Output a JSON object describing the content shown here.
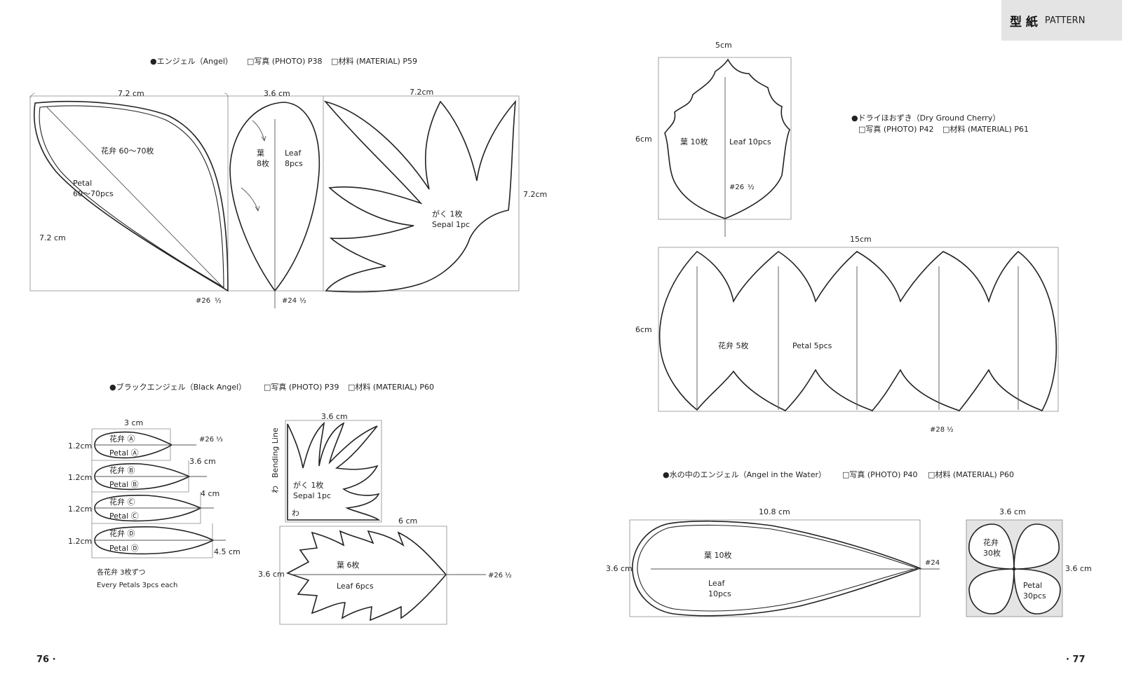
{
  "header": {
    "jp": "型 紙",
    "en": "PATTERN"
  },
  "page_left": "76 ·",
  "page_right": "· 77",
  "angel": {
    "title": "●エンジェル（Angel）",
    "photo": "□写真 (PHOTO) P38",
    "material": "□材料 (MATERIAL) P59",
    "petal": {
      "w": "7.2 cm",
      "h": "7.2 cm",
      "jp": "花弁  60〜70枚",
      "en1": "Petal",
      "en2": "60〜70pcs",
      "wire": "#26"
    },
    "leaf": {
      "w": "3.6 cm",
      "jp1": "葉",
      "jp2": "8枚",
      "en1": "Leaf",
      "en2": "8pcs",
      "wire": "#24"
    },
    "sepal": {
      "w": "7.2cm",
      "h": "7.2cm",
      "jp": "がく  1枚",
      "en": "Sepal  1pc"
    }
  },
  "black_angel": {
    "title": "●ブラックエンジェル（Black Angel）",
    "photo": "□写真 (PHOTO) P39",
    "material": "□材料 (MATERIAL) P60",
    "petals": {
      "w": "3 cm",
      "rows": [
        {
          "h": "1.2cm",
          "jp": "花弁 Ⓐ",
          "en": "Petal Ⓐ"
        },
        {
          "h": "1.2cm",
          "jp": "花弁 Ⓑ",
          "en": "Petal Ⓑ",
          "w": "3.6 cm"
        },
        {
          "h": "1.2cm",
          "jp": "花弁 Ⓒ",
          "en": "Petal Ⓒ",
          "w": "4 cm"
        },
        {
          "h": "1.2cm",
          "jp": "花弁 Ⓓ",
          "en": "Petal Ⓓ",
          "w": "4.5 cm"
        }
      ],
      "wire": "#26",
      "note_jp": "各花弁  3枚ずつ",
      "note_en": "Every Petals 3pcs each"
    },
    "sepal": {
      "w": "3.6 cm",
      "bend": "Bending Line",
      "wa": "わ",
      "wa2": "わ",
      "jp": "がく  1枚",
      "en": "Sepal   1pc"
    },
    "leaf": {
      "w": "6 cm",
      "h": "3.6 cm",
      "jp": "葉   6枚",
      "en": "Leaf   6pcs",
      "wire": "#26"
    }
  },
  "cherry": {
    "title": "●ドライほおずき（Dry Ground Cherry）",
    "photo": "□写真 (PHOTO) P42",
    "material": "□材料 (MATERIAL) P61",
    "leaf": {
      "w": "5cm",
      "h": "6cm",
      "jp": "葉  10枚",
      "en": "Leaf  10pcs",
      "wire": "#26"
    },
    "petal": {
      "w": "15cm",
      "h": "6cm",
      "jp": "花弁   5枚",
      "en": "Petal   5pcs",
      "wire": "#28"
    }
  },
  "water": {
    "title": "●水の中のエンジェル（Angel in the Water）",
    "photo": "□写真 (PHOTO) P40",
    "material": "□材料 (MATERIAL) P60",
    "leaf": {
      "w": "10.8 cm",
      "h": "3.6 cm",
      "jp": "葉  10枚",
      "en1": "Leaf",
      "en2": "10pcs",
      "wire": "#24"
    },
    "petal": {
      "w": "3.6 cm",
      "h": "3.6 cm",
      "jp1": "花弁",
      "jp2": "30枚",
      "en1": "Petal",
      "en2": "30pcs"
    }
  }
}
